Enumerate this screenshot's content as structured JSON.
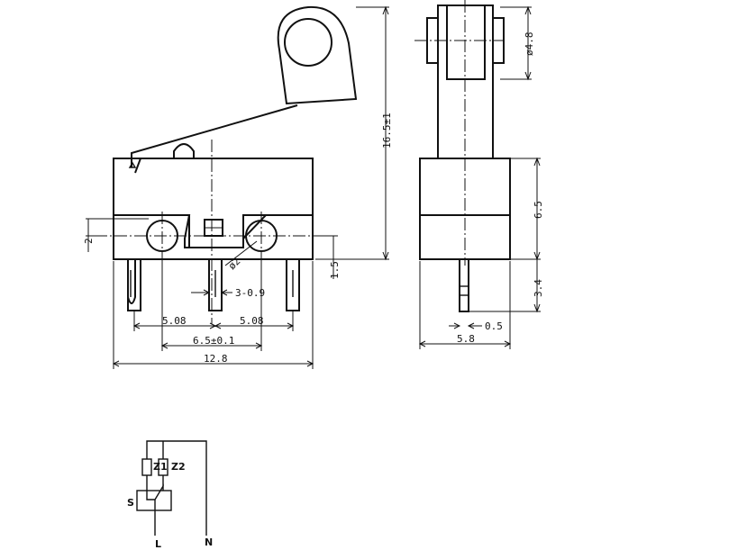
{
  "dimensions": {
    "height_total": "16.5±1",
    "roller_dia": "ø4.8",
    "body_height": "6.5",
    "pin_length": "3.4",
    "pin_thickness": "0.5",
    "side_width": "5.8",
    "hole_offset": "2",
    "pin_spacing_left": "5.08",
    "pin_spacing_right": "5.08",
    "hole_spacing": "6.5±0.1",
    "body_width": "12.8",
    "hole_dia": "ø2",
    "pin_width": "3-0.9",
    "base_offset": "1.5"
  },
  "schematic": {
    "z1": "Z1",
    "z2": "Z2",
    "switch": "S",
    "l": "L",
    "n": "N"
  }
}
